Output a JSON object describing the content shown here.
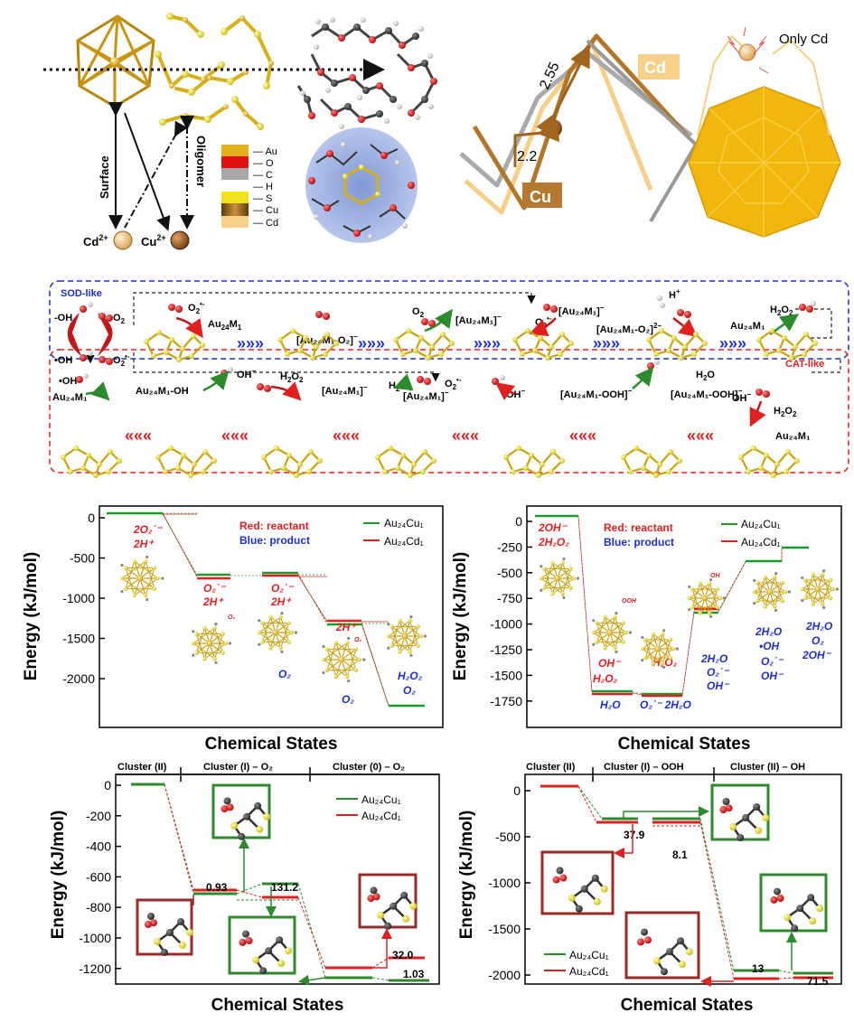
{
  "colors": {
    "au": "#e3b21a",
    "o": "#e01010",
    "c": "#9e9e9e",
    "h": "#ffffff",
    "s": "#f2e21c",
    "cu": "#b7792e",
    "cd": "#f7cf87",
    "green": "#1c9a2a",
    "red": "#e02020",
    "sod_blue": "#1f2fd0",
    "cat_red": "#e02020",
    "box_dark_red": "#9b2a2a",
    "box_green": "#2d8a2d",
    "chevron_blue": "#2233dd",
    "chevron_red": "#e02020"
  },
  "top_left": {
    "label_surface": "Surface",
    "label_oligomer": "Oligomer",
    "ion_cd": "Cd",
    "ion_cu": "Cu",
    "ion_charge": "2+",
    "legend": [
      {
        "label": "— Au",
        "color": "#e3b21a"
      },
      {
        "label": "— O",
        "color": "#e01010"
      },
      {
        "label": "— C",
        "color": "#a8a8a8"
      },
      {
        "label": "— H",
        "color": "#ffffff"
      },
      {
        "label": "— S",
        "color": "#f2e21c"
      },
      {
        "label": "— Cu",
        "color": "#9c6a22"
      },
      {
        "label": "— Cd",
        "color": "#f7d08a"
      }
    ]
  },
  "top_right": {
    "dist_long": "2.55",
    "dist_short": "2.2",
    "label_cd": "Cd",
    "label_cu": "Cu",
    "label_only_cd": "Only Cd"
  },
  "mechanism": {
    "sod_label": "SOD-like",
    "cat_label": "CAT-like",
    "row1": {
      "oh_minus": "-OH",
      "o2": "O",
      "oh_dot": "•OH",
      "o2_rad": "O",
      "radical": "•-",
      "sub2": "2",
      "o2_in": "O",
      "cluster1": "Au",
      "cluster1_sub": "24",
      "cluster1_m": "M",
      "cluster1_msub": "1",
      "state2": "[Au₂₄M₁-O₂]",
      "state2_sup": "−",
      "o2_out": "O",
      "state3": "[Au₂₄M₁]",
      "state3_sup": "−",
      "o2rad_in2": "O",
      "state4": "[Au₂₄M₁]",
      "state4_sup": "−",
      "h_plus": "H",
      "plus": "+",
      "state5": "[Au₂₄M₁-O₂]",
      "state5_sup": "2−",
      "h2o2_out": "H",
      "cluster6": "Au₂₄M₁"
    },
    "row2": {
      "oh_dot": "•OH",
      "cluster_a": "Au₂₄M₁",
      "cluster_b": "Au₂₄M₁-OH",
      "oh_minus_b": "OH",
      "h2o2_c": "H",
      "cluster_c": "[Au₂₄M₁]",
      "cluster_c_sup": "−",
      "h2o_d": "H",
      "o2rad_d": "O",
      "cluster_d": "[Au₂₄M₁]",
      "cluster_d_sup": "−",
      "oh_e": "OH",
      "cluster_e": "[Au₂₄M₁-OOH]",
      "cluster_e_sup": "−",
      "cluster_f": "[Au₂₄M₁-OOH]",
      "cluster_f_sup": "−",
      "h2o_f": "H",
      "oh_g": "OH",
      "h2o2_g": "H",
      "cluster_g": "Au₂₄M₁"
    }
  },
  "panel_a": {
    "ylabel": "Energy (kJ/mol)",
    "xlabel": "Chemical States",
    "legend_red": "Red: reactant",
    "legend_blue": "Blue: product",
    "series_cu": "Au₂₄Cu₁",
    "series_cd": "Au₂₄Cd₁",
    "yticks": [
      "0",
      "-500",
      "-1000",
      "-1500",
      "-2000"
    ],
    "states": {
      "s1_r": "2O₂˙⁻",
      "s1_r2": "2H⁺",
      "s2_r": "O₂˙⁻",
      "s2_r2": "2H⁺",
      "s3_r": "O₂˙⁻",
      "s3_r2": "2H⁺",
      "s3_p": "O₂",
      "s4_r": "2H⁺",
      "s4_p": "O₂",
      "s5_p1": "H₂O₂",
      "s5_p2": "O₂",
      "mol_o2": "O₂"
    }
  },
  "panel_b": {
    "ylabel": "Energy (kJ/mol)",
    "xlabel": "Chemical States",
    "legend_red": "Red: reactant",
    "legend_blue": "Blue: product",
    "series_cu": "Au₂₄Cu₁",
    "series_cd": "Au₂₄Cd₁",
    "yticks": [
      "0",
      "-250",
      "-500",
      "-750",
      "-1000",
      "-1250",
      "-1500",
      "-1750"
    ],
    "states": {
      "s1_r": "2OH⁻",
      "s1_r2": "2H₂O₂",
      "s2_r": "OH⁻",
      "s2_r2": "H₂O₂",
      "s2_p": "H₂O",
      "s3_r": "H₂O₂",
      "s3_p": "O₂˙⁻ 2H₂O",
      "s4_p1": "2H₂O",
      "s4_p2": "O₂˙⁻",
      "s4_p3": "OH⁻",
      "s5_p1": "2H₂O",
      "s5_p2": "•OH",
      "s5_p3": "O₂˙⁻",
      "s5_p4": "OH⁻",
      "s6_p1": "2H₂O",
      "s6_p2": "O₂",
      "s6_p3": "2OH⁻",
      "mol_ooh": "OOH",
      "mol_oh": "OH"
    }
  },
  "panel_c": {
    "ylabel": "Energy (kJ/mol)",
    "xlabel": "Chemical States",
    "header1": "Cluster (II)",
    "header2": "Cluster (I) – O₂",
    "header3": "Cluster (0) – O₂",
    "series_cu": "Au₂₄Cu₁",
    "series_cd": "Au₂₄Cd₁",
    "yticks": [
      "0",
      "-200",
      "-400",
      "-600",
      "-800",
      "-1000",
      "-1200"
    ],
    "ann1": "0.93",
    "ann2": "131.2",
    "ann3": "32.0",
    "ann4": "1.03"
  },
  "panel_d": {
    "ylabel": "Energy (kJ/mol)",
    "xlabel": "Chemical States",
    "header1": "Cluster (II)",
    "header2": "Cluster (I) – OOH",
    "header3": "Cluster (II) – OH",
    "series_cu": "Au₂₄Cu₁",
    "series_cd": "Au₂₄Cd₁",
    "yticks": [
      "0",
      "-500",
      "-1000",
      "-1500",
      "-2000"
    ],
    "ann1": "37.9",
    "ann2": "8.1",
    "ann3": "13",
    "ann4": "71.5"
  }
}
